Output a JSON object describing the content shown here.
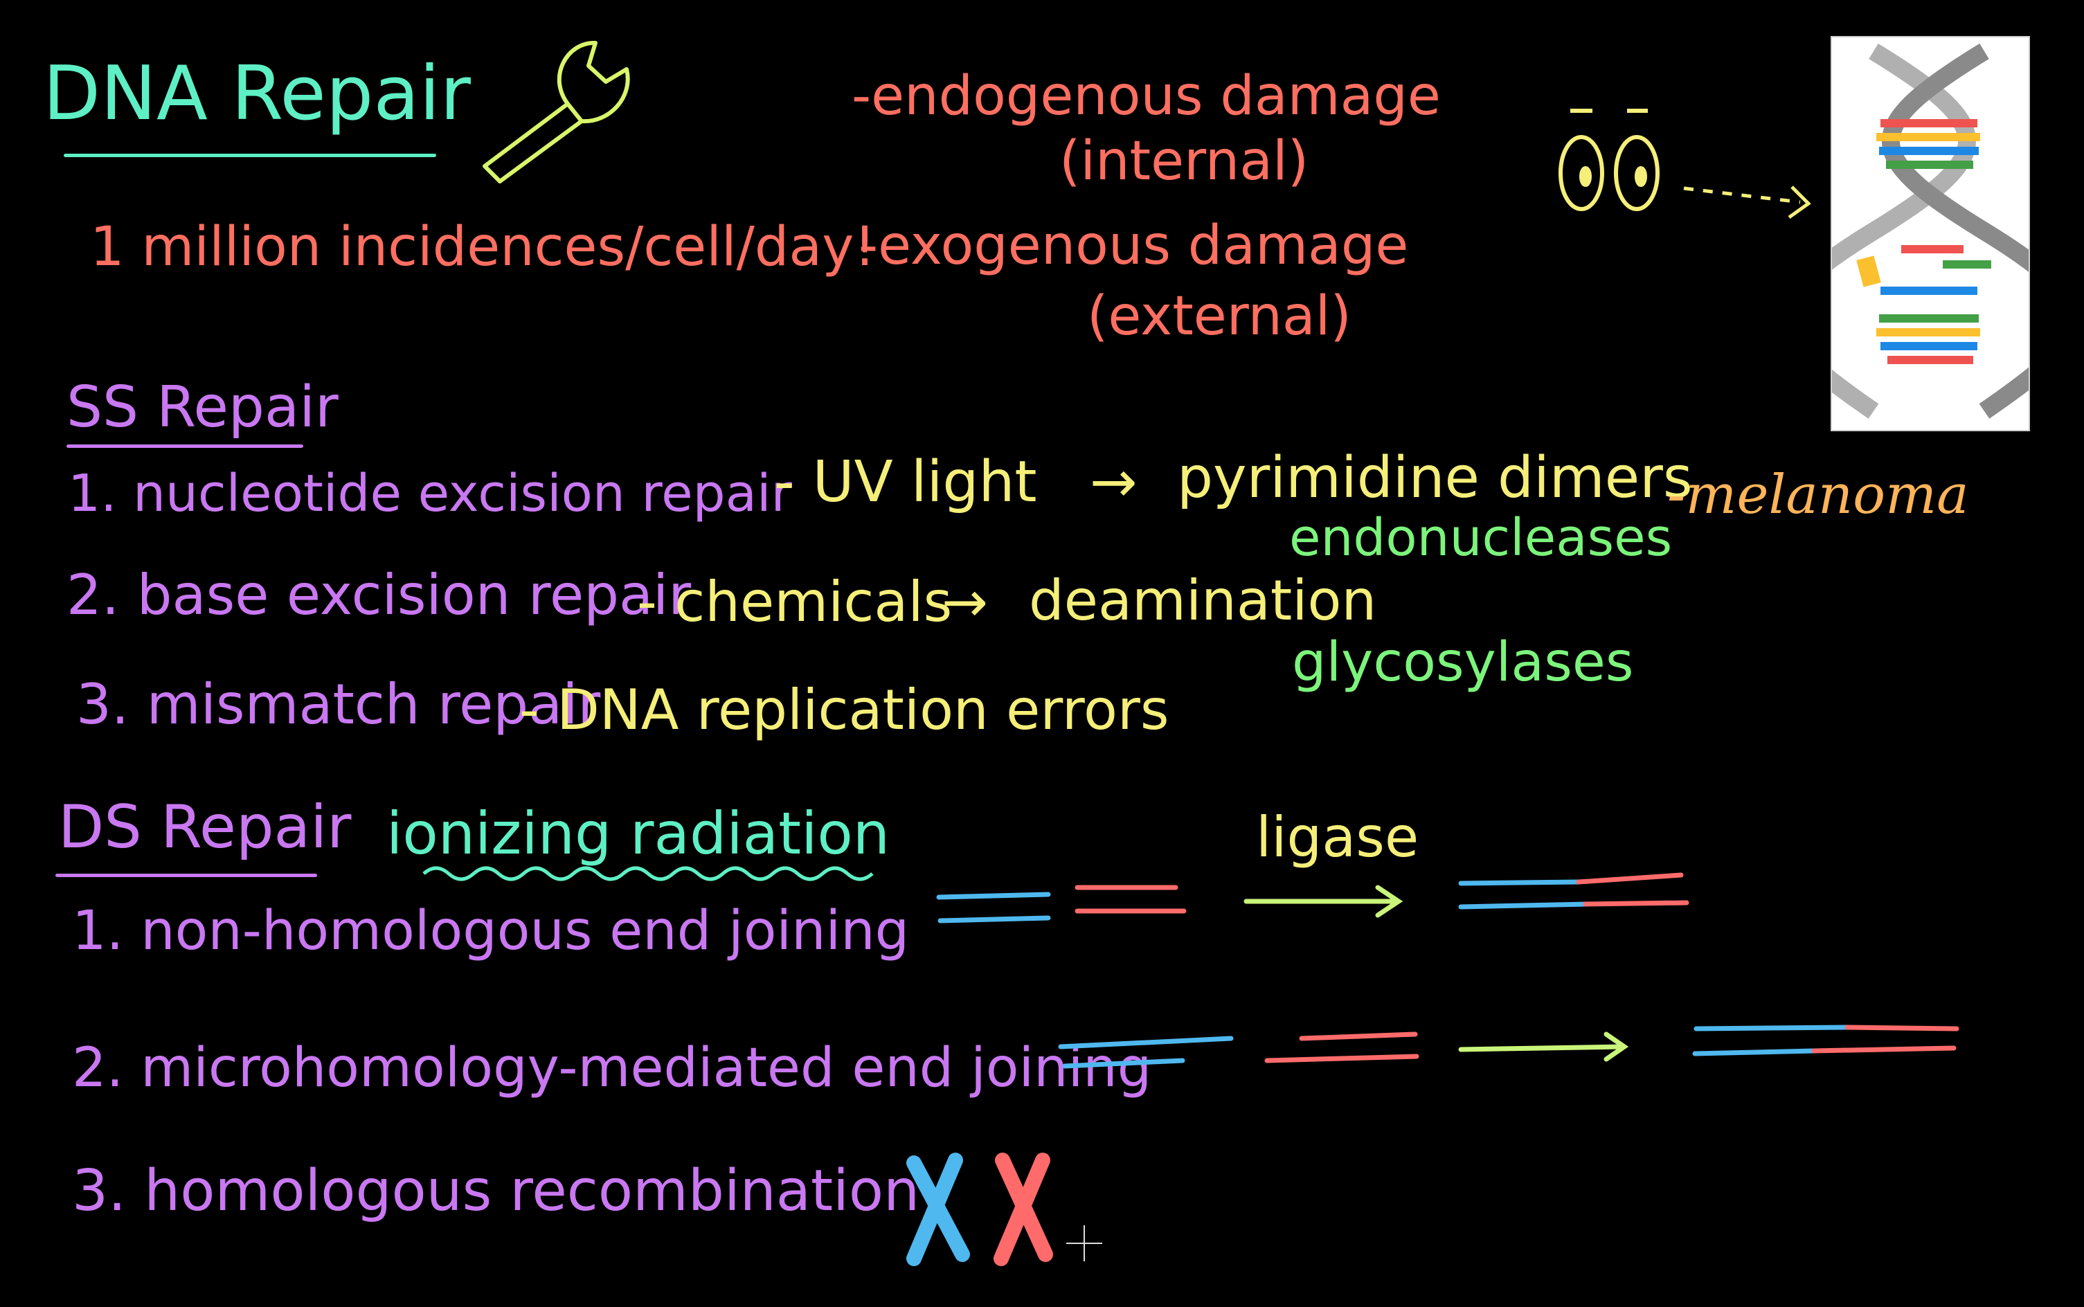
{
  "colors": {
    "background": "#000000",
    "teal": "#5ef0c4",
    "salmon": "#ff6f61",
    "purple": "#c978f2",
    "yellow": "#f5ef7a",
    "green": "#7cf47c",
    "orange": "#ffb45a",
    "blue": "#4fb8ef",
    "red": "#ff6b6b",
    "lime": "#c9f57a"
  },
  "header": {
    "title": "DNA Repair",
    "rate": "1 million incidences/cell/day!",
    "endogenous": "-endogenous damage",
    "endogenous_note": "(internal)",
    "exogenous": "-exogenous damage",
    "exogenous_note": "(external)"
  },
  "ss_repair": {
    "heading": "SS Repair",
    "items": [
      {
        "label": "1. nucleotide excision repair",
        "cause": "- UV light",
        "arrow": "→",
        "result": "pyrimidine dimers",
        "enzyme": "endonucleases",
        "note": "-melanoma"
      },
      {
        "label": "2. base excision repair",
        "cause": "- chemicals",
        "arrow": "→",
        "result": "deamination",
        "enzyme": "glycosylases"
      },
      {
        "label": "3. mismatch repair",
        "cause": "- DNA replication errors"
      }
    ]
  },
  "ds_repair": {
    "heading": "DS Repair",
    "cause": "ionizing radiation",
    "ligase_label": "ligase",
    "items": [
      {
        "label": "1. non-homologous end joining"
      },
      {
        "label": "2. microhomology-mediated end joining"
      },
      {
        "label": "3. homologous recombination"
      }
    ]
  },
  "icons": [
    "wrench-icon",
    "eyes-icon",
    "dotted-arrow-icon",
    "dna-helix-image",
    "chromosome-icon",
    "cursor-icon"
  ]
}
